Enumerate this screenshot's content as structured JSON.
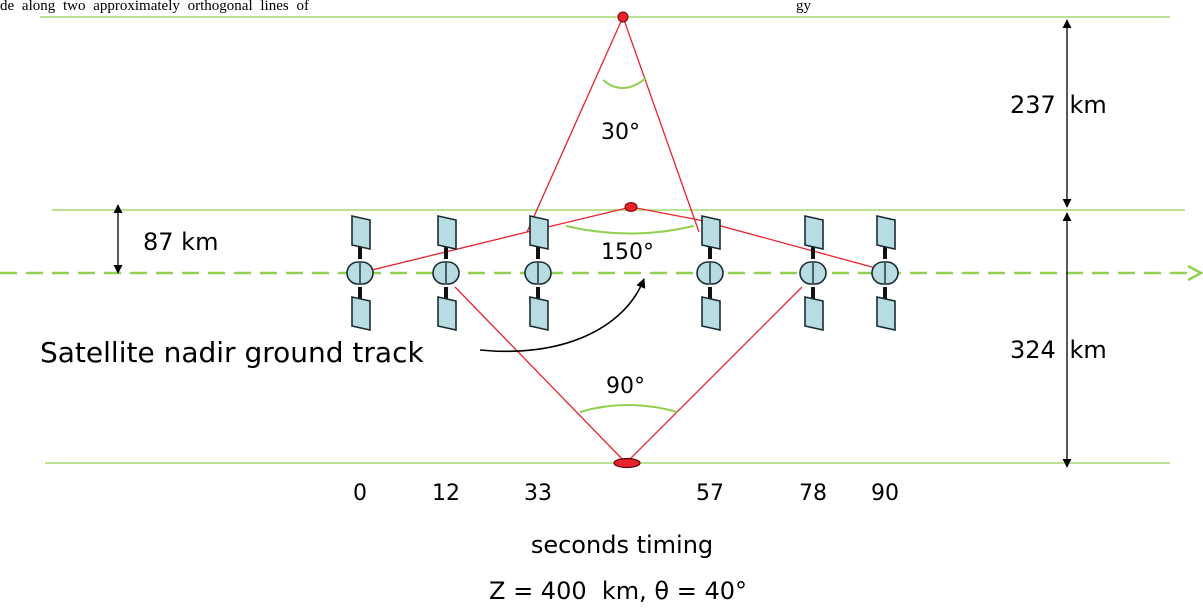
{
  "header_text": "de along two approximately orthogonal lines of",
  "header_text_right": "gy",
  "dimensions": {
    "top_height": "237 km",
    "bottom_height": "324 km",
    "left_offset": "87 km"
  },
  "angles": {
    "top": "30°",
    "middle": "150°",
    "bottom": "90°"
  },
  "ground_track_label": "Satellite nadir ground track",
  "times": [
    "0",
    "12",
    "33",
    "57",
    "78",
    "90"
  ],
  "x_axis_label": "seconds timing",
  "footer_params": "Z = 400  km, θ = 40°",
  "colors": {
    "guide_line": "#92d050",
    "ground_track": "#92d050",
    "sight_line": "#e8232d",
    "target_point": "#e8232d",
    "satellite_fill": "#b7dde3"
  },
  "icons": {
    "satellite": "satellite-icon",
    "target": "target-point-icon"
  }
}
